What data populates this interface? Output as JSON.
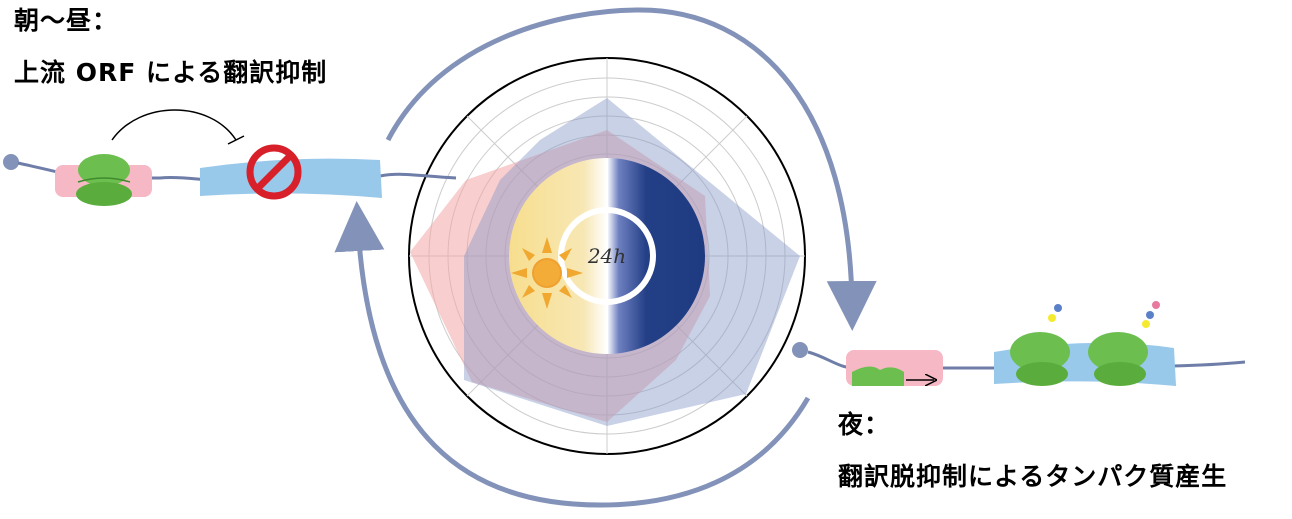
{
  "morning": {
    "title": "朝〜昼：",
    "description": "上流 ORF による翻訳抑制"
  },
  "night": {
    "title": "夜：",
    "description": "翻訳脱抑制によるタンパク質産生"
  },
  "clock": {
    "center_text": "24h"
  },
  "colors": {
    "day": "#f4d888",
    "night": "#1f3a80",
    "day_profile": "#f2a5a5",
    "night_profile": "#8898c8",
    "arrow": "#8392b8",
    "ribosome": "#6cbf4f",
    "uorf": "#f6b8c4",
    "cds": "#98c8ea",
    "inhibit": "#d8202a"
  },
  "icons": [
    "sun-icon",
    "moon-icon",
    "prohibited-icon",
    "ribosome-icon"
  ]
}
